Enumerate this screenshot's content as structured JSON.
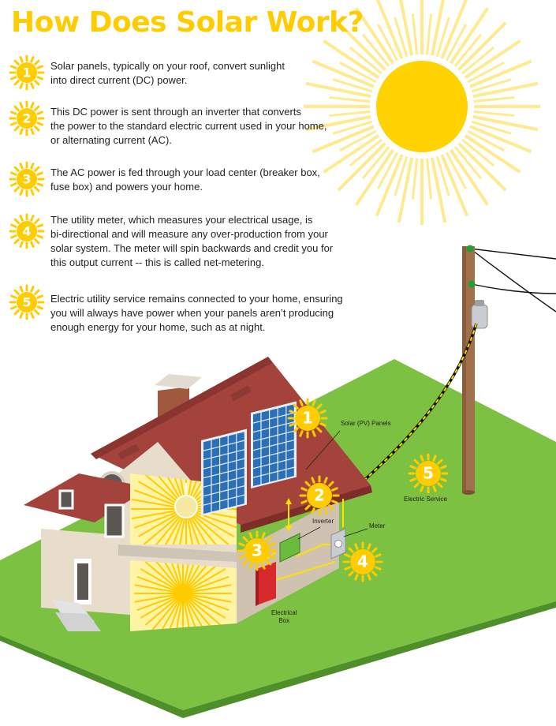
{
  "title": "How Does Solar Work?",
  "colors": {
    "accent": "#ffcc00",
    "sun": "#ffd200",
    "lawn": "#7cc142",
    "roof": "#a4433c",
    "wall": "#e8dccb",
    "panel": "#2b6fb6",
    "pole": "#a0704c"
  },
  "steps": [
    {
      "number": "1",
      "text": "Solar panels, typically on your roof, convert sunlight\ninto direct current (DC) power."
    },
    {
      "number": "2",
      "text": "This DC power is sent through an inverter that converts\nthe power to the standard electric current used in your home,\nor alternating current (AC)."
    },
    {
      "number": "3",
      "text": "The AC power is fed through your load center (breaker box,\nfuse box) and powers your home."
    },
    {
      "number": "4",
      "text": "The utility meter, which measures your electrical usage, is\nbi-directional and will measure any over-production from your\nsolar system. The meter will spin backwards and credit you for\nthis output current -- this is called net-metering."
    },
    {
      "number": "5",
      "text": "Electric utility service remains connected to your home, ensuring\nyou will always have power when your panels aren’t producing\nenough energy for your home, such as at night."
    }
  ],
  "labels": {
    "panels": "Solar (PV) Panels",
    "inverter": "Inverter",
    "meter": "Meter",
    "box": "Electrical\nBox",
    "service": "Electric Service"
  }
}
